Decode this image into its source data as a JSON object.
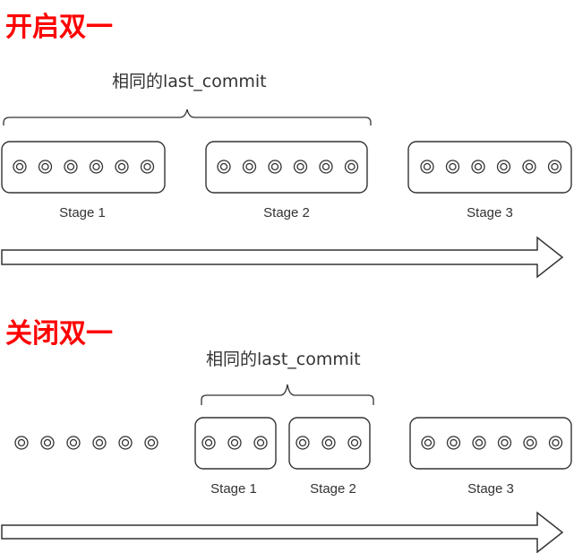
{
  "top_section": {
    "title": "开启双一",
    "brace_label": "相同的last_commit",
    "stages": [
      {
        "label": "Stage 1",
        "transactions": 6
      },
      {
        "label": "Stage 2",
        "transactions": 6
      },
      {
        "label": "Stage 3",
        "transactions": 6
      }
    ]
  },
  "bottom_section": {
    "title": "关闭双一",
    "brace_label": "相同的last_commit",
    "unboxed_transactions": 6,
    "stages": [
      {
        "label": "Stage 1",
        "transactions": 3
      },
      {
        "label": "Stage 2",
        "transactions": 3
      },
      {
        "label": "Stage 3",
        "transactions": 6
      }
    ]
  }
}
